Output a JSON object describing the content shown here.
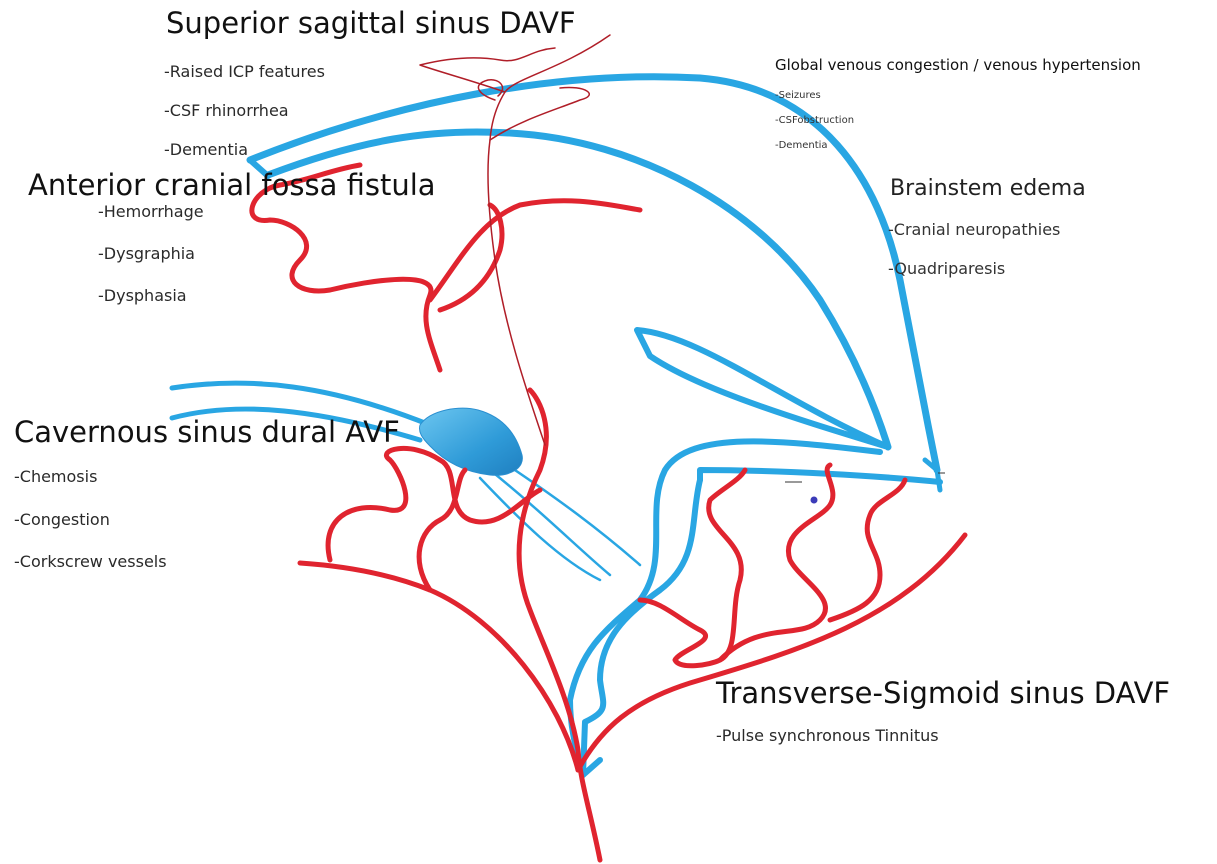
{
  "labels": {
    "sss": {
      "title": "Superior sagittal sinus DAVF",
      "items": [
        "-Raised ICP features",
        "-CSF rhinorrhea",
        "-Dementia"
      ]
    },
    "acf": {
      "title": "Anterior cranial fossa fistula",
      "items": [
        "-Hemorrhage",
        "-Dysgraphia",
        "-Dysphasia"
      ]
    },
    "global": {
      "title": "Global venous congestion / venous hypertension",
      "items": [
        "-Seizures",
        "-CSFobstruction",
        "-Dementia"
      ]
    },
    "brainstem": {
      "title": "Brainstem edema",
      "items": [
        "-Cranial neuropathies",
        "-Quadriparesis"
      ]
    },
    "cavernous": {
      "title": "Cavernous sinus dural AVF",
      "items": [
        "-Chemosis",
        "-Congestion",
        "-Corkscrew vessels"
      ]
    },
    "transverse": {
      "title": "Transverse-Sigmoid sinus DAVF",
      "items": [
        "-Pulse synchronous Tinnitus"
      ]
    }
  },
  "colors": {
    "artery": "#e0242f",
    "vein": "#29a6e3",
    "cavernous_fill": "#3aa4dc",
    "thin_artery": "#b01e28"
  }
}
